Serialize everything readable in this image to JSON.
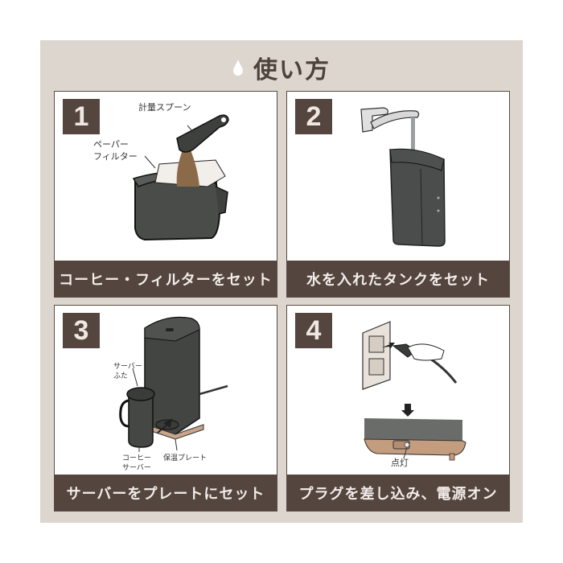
{
  "header": {
    "title": "使い方",
    "icon": "water-drop-icon"
  },
  "colors": {
    "card_background": "#ddd6cf",
    "label_bar": "#54463f",
    "badge": "#54463f",
    "label_text": "#f3ece8",
    "title_text": "#4d433d"
  },
  "steps": [
    {
      "number": "1",
      "caption": "コーヒー・フィルターをセット",
      "annotations": [
        "計量スプーン",
        "ペーパー\nフィルター"
      ]
    },
    {
      "number": "2",
      "caption": "水を入れたタンクをセット",
      "annotations": []
    },
    {
      "number": "3",
      "caption": "サーバーをプレートにセット",
      "annotations": [
        "サーバー\nふた",
        "コーヒー\nサーバー",
        "保温プレート"
      ]
    },
    {
      "number": "4",
      "caption": "プラグを差し込み、電源オン",
      "annotations": [
        "点灯"
      ]
    }
  ]
}
